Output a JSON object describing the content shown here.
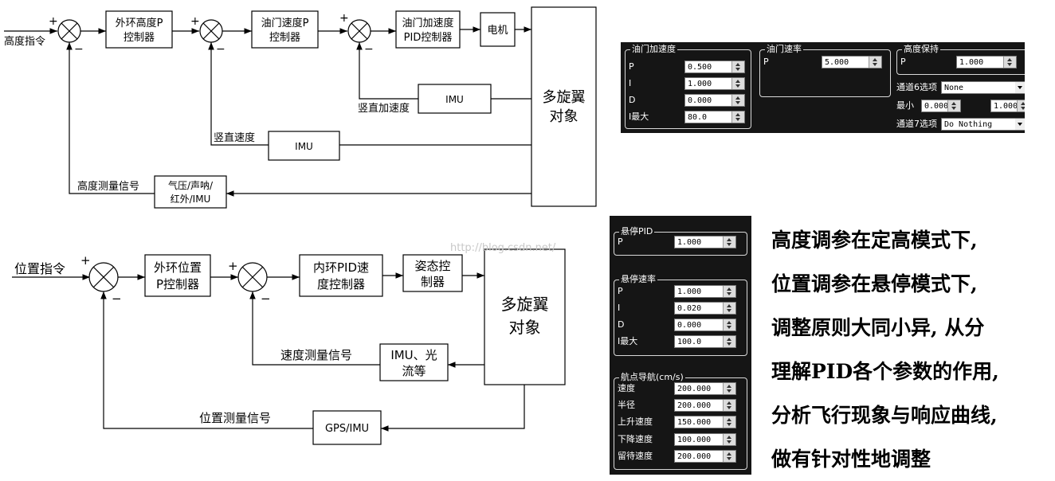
{
  "diagram_top": {
    "input_label": "高度指令",
    "outer_ctrl": [
      "外环高度P",
      "控制器"
    ],
    "speed_ctrl": [
      "油门速度P",
      "控制器"
    ],
    "accel_ctrl": [
      "油门加速度",
      "PID控制器"
    ],
    "motor": "电机",
    "plant": [
      "多旋翼",
      "对象"
    ],
    "imu_accel": "IMU",
    "imu_speed": "IMU",
    "baro": [
      "气压/声呐/",
      "红外/IMU"
    ],
    "accel_fb_label": "竖直加速度",
    "speed_fb_label": "竖直速度",
    "alt_fb_label": "高度测量信号",
    "plus": "+",
    "minus": "−"
  },
  "diagram_bottom": {
    "input_label": "位置指令",
    "outer_ctrl": [
      "外环位置",
      "P控制器"
    ],
    "inner_ctrl": [
      "内环PID速",
      "度控制器"
    ],
    "attitude_ctrl": [
      "姿态控",
      "制器"
    ],
    "plant": [
      "多旋翼",
      "对象"
    ],
    "imu_flow": [
      "IMU、光",
      "流等"
    ],
    "gps": "GPS/IMU",
    "speed_fb_label": "速度测量信号",
    "pos_fb_label": "位置测量信号",
    "plus": "+",
    "minus": "−"
  },
  "watermark": "http://blog.csdn.net/",
  "panel_top": {
    "throttle_accel": {
      "title": "油门加速度",
      "rows": [
        {
          "label": "P",
          "value": "0.500"
        },
        {
          "label": "I",
          "value": "1.000"
        },
        {
          "label": "D",
          "value": "0.000"
        },
        {
          "label": "I最大",
          "value": "80.0"
        }
      ]
    },
    "throttle_rate": {
      "title": "油门速率",
      "label": "P",
      "value": "5.000"
    },
    "alt_hold": {
      "title": "高度保持",
      "label": "P",
      "value": "1.000"
    },
    "ch6_label": "通道6选项",
    "ch6_value": "None",
    "min_label": "最小",
    "min_value": "0.000",
    "max_value": "1.000",
    "ch7_label": "通道7选项",
    "ch7_value": "Do Nothing"
  },
  "panel_bottom": {
    "loiter_pid": {
      "title": "悬停PID",
      "label": "P",
      "value": "1.000"
    },
    "loiter_rate": {
      "title": "悬停速率",
      "rows": [
        {
          "label": "P",
          "value": "1.000"
        },
        {
          "label": "I",
          "value": "0.020"
        },
        {
          "label": "D",
          "value": "0.000"
        },
        {
          "label": "I最大",
          "value": "100.0"
        }
      ]
    },
    "wpnav": {
      "title": "航点导航(cm/s)",
      "rows": [
        {
          "label": "速度",
          "value": "200.000"
        },
        {
          "label": "半径",
          "value": "200.000"
        },
        {
          "label": "上升速度",
          "value": "150.000"
        },
        {
          "label": "下降速度",
          "value": "100.000"
        },
        {
          "label": "留待速度",
          "value": "200.000"
        }
      ]
    }
  },
  "note_lines": [
    "高度调参在定高模式下,",
    "位置调参在悬停模式下,",
    "调整原则大同小异, 从分",
    "理解PID各个参数的作用,",
    "分析飞行现象与响应曲线,",
    "做有针对性地调整"
  ]
}
